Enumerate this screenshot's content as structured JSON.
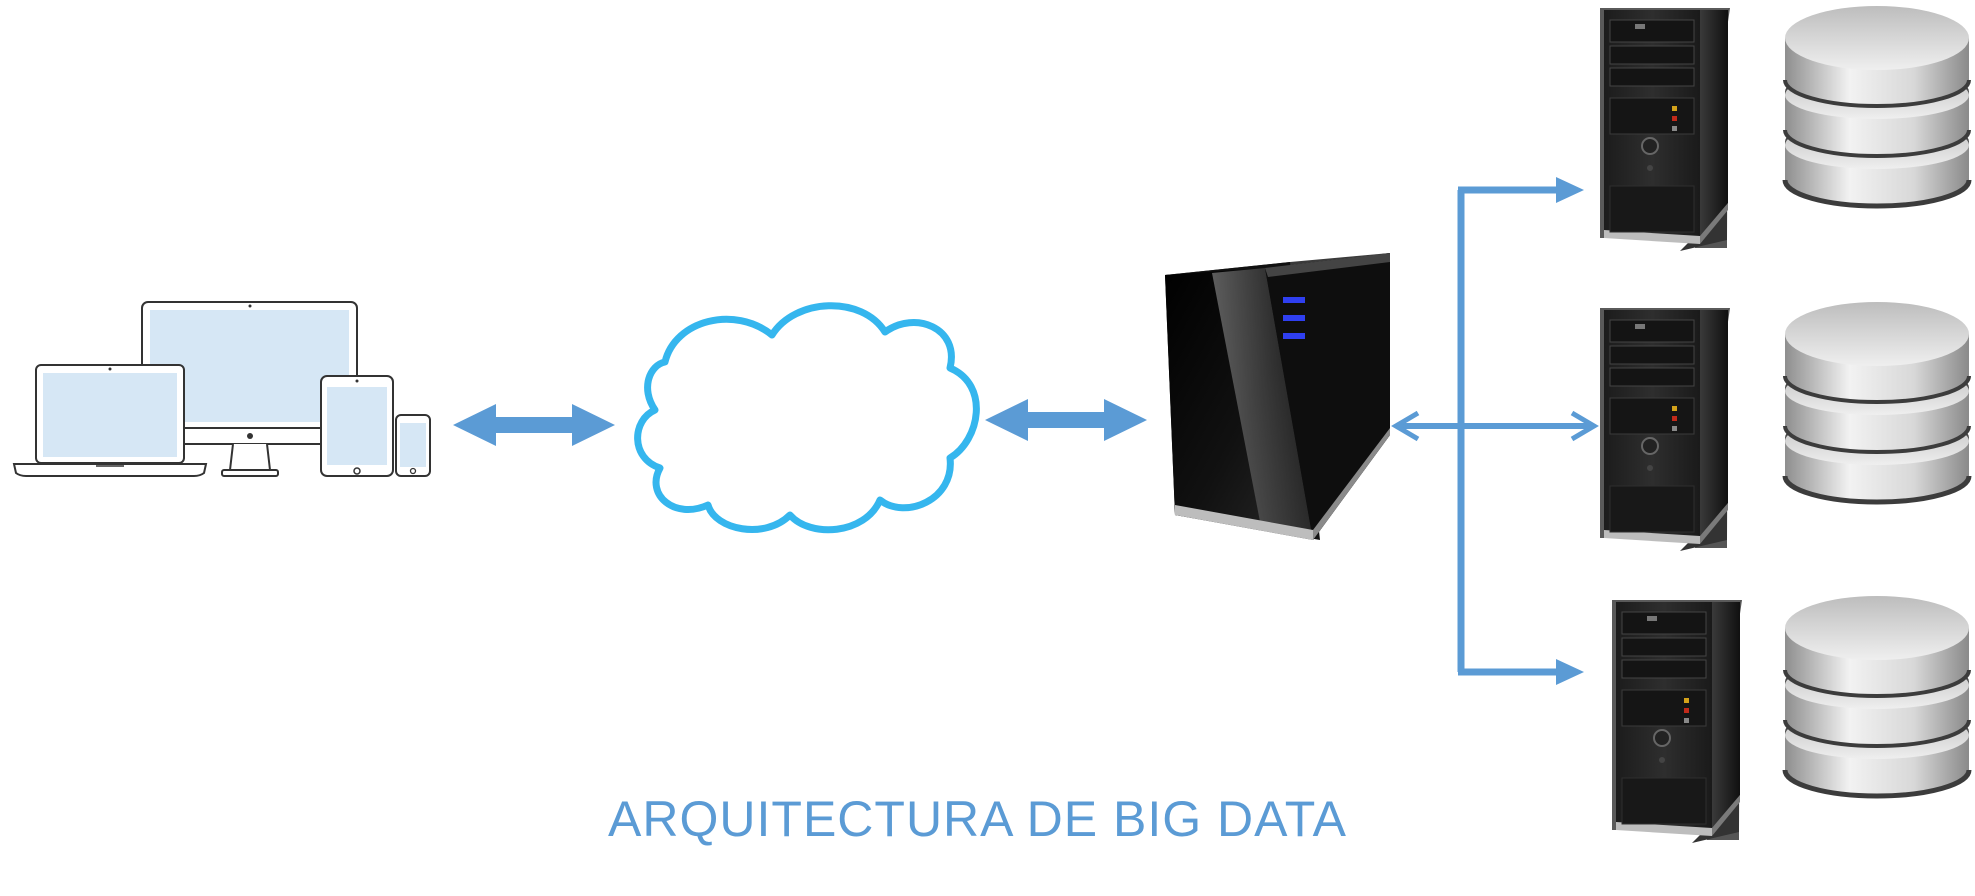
{
  "caption": "ARQUITECTURA DE BIG DATA",
  "colors": {
    "arrow": "#5b9bd5",
    "cloud": "#35b6ee",
    "screen": "#d6e7f5",
    "device_outline": "#333333",
    "server_dark": "#0b0b0b",
    "server_led": "#2f3ff0",
    "disk_light": "#e8e8e8",
    "disk_dark": "#9a9a9a",
    "caption": "#5b9bd5"
  },
  "icons": [
    "client-devices-icon",
    "cloud-icon",
    "central-server-icon",
    "tower-server-icon",
    "database-icon"
  ],
  "cluster_nodes": [
    "node-1",
    "node-2",
    "node-3"
  ]
}
